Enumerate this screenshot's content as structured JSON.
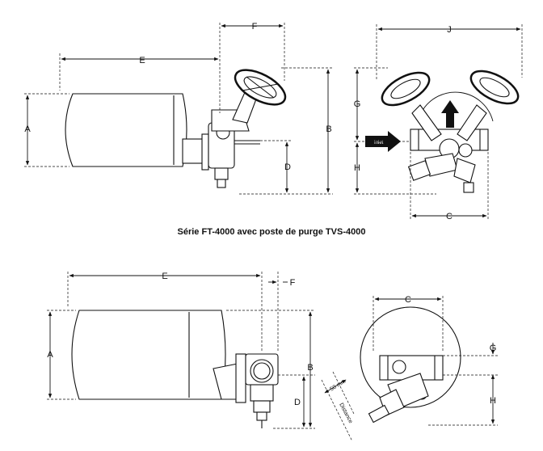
{
  "caption": "Série FT-4000 avec poste de purge TVS-4000",
  "top_side_view": {
    "dim_E": "E",
    "dim_F": "F",
    "dim_A": "A",
    "dim_B": "B",
    "dim_D": "D"
  },
  "top_front_view": {
    "dim_J": "J",
    "dim_G": "G",
    "dim_H": "H",
    "dim_C": "C",
    "inlet_label": "Inlet"
  },
  "bottom_side_view": {
    "dim_E": "E",
    "dim_F": "F",
    "dim_A": "A",
    "dim_B": "B",
    "dim_D": "D"
  },
  "bottom_front_view": {
    "dim_C": "C",
    "dim_G": "G",
    "dim_H": "H",
    "clearance_value": "50 mm",
    "clearance_label": "Distance"
  }
}
